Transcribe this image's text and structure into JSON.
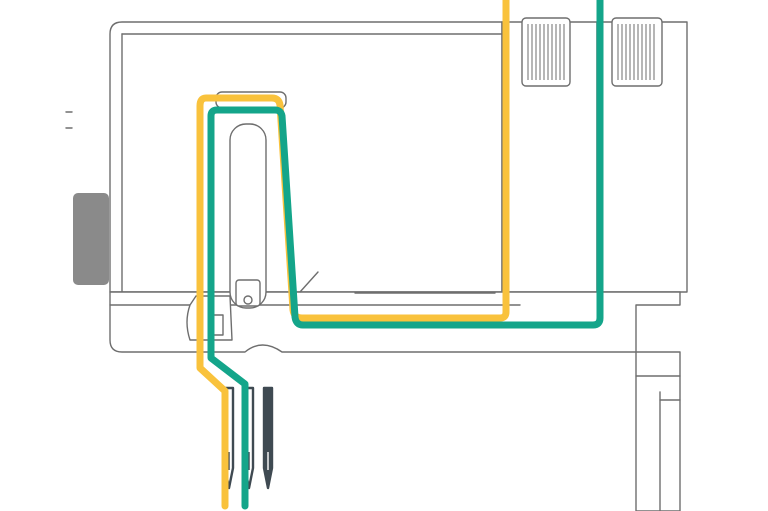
{
  "colors": {
    "thread_yellow": "#f9c23c",
    "thread_teal": "#14a58a",
    "outline": "#6e6e6e",
    "handwheel": "#8a8a8a",
    "needle_dark": "#3f4a52"
  },
  "icons": {
    "handwheel": "handwheel-icon",
    "tension_dial_left": "tension-dial-icon",
    "tension_dial_right": "tension-dial-icon",
    "needle": "needle-icon"
  },
  "threads": [
    {
      "id": "yellow",
      "color_key": "thread_yellow"
    },
    {
      "id": "teal",
      "color_key": "thread_teal"
    }
  ]
}
